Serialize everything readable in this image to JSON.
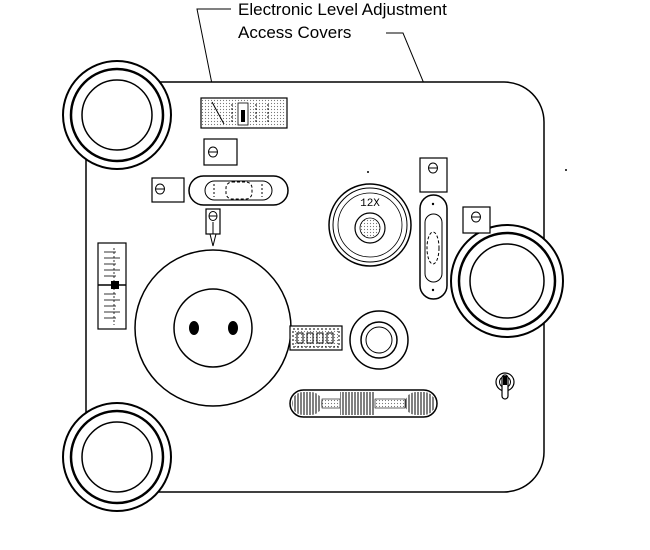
{
  "callout": {
    "line1": "Electronic Level Adjustment",
    "line2": "Access Covers"
  },
  "eyepiece": {
    "magnification_label": "12X"
  },
  "colors": {
    "ink": "#000000",
    "paper": "#ffffff",
    "shade": "#9a9a9a"
  }
}
